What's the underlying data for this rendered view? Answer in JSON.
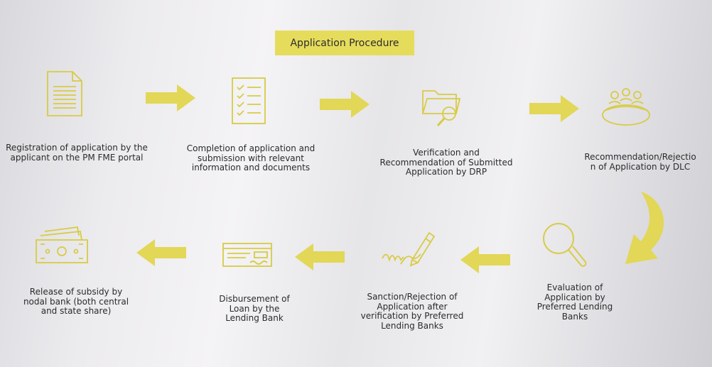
{
  "title": "Application Procedure",
  "colors": {
    "accent": "#e6dc5c",
    "icon_stroke": "#d8cb45",
    "text": "#2b2b2b"
  },
  "steps": [
    {
      "icon": "document-icon",
      "lines": [
        "Registration of application by the",
        "applicant on the PM FME portal"
      ]
    },
    {
      "icon": "checklist-icon",
      "lines": [
        "Completion of application and",
        "submission with relevant",
        "information and documents"
      ]
    },
    {
      "icon": "folder-search-icon",
      "lines": [
        "Verification and",
        "Recommendation of Submitted",
        "Application by DRP"
      ]
    },
    {
      "icon": "meeting-table-icon",
      "lines": [
        "Recommendation/Rejectio",
        "n of Application by DLC"
      ]
    },
    {
      "icon": "magnifier-icon",
      "lines": [
        "Evaluation of",
        "Application by",
        "Preferred Lending",
        "Banks"
      ]
    },
    {
      "icon": "signature-pen-icon",
      "lines": [
        "Sanction/Rejection of",
        "Application after",
        "verification by Preferred",
        "Lending Banks"
      ]
    },
    {
      "icon": "cheque-icon",
      "lines": [
        "Disbursement of",
        "Loan by the",
        "Lending Bank"
      ]
    },
    {
      "icon": "banknotes-icon",
      "lines": [
        "Release of subsidy by",
        "nodal bank (both central",
        "and state share)"
      ]
    }
  ]
}
